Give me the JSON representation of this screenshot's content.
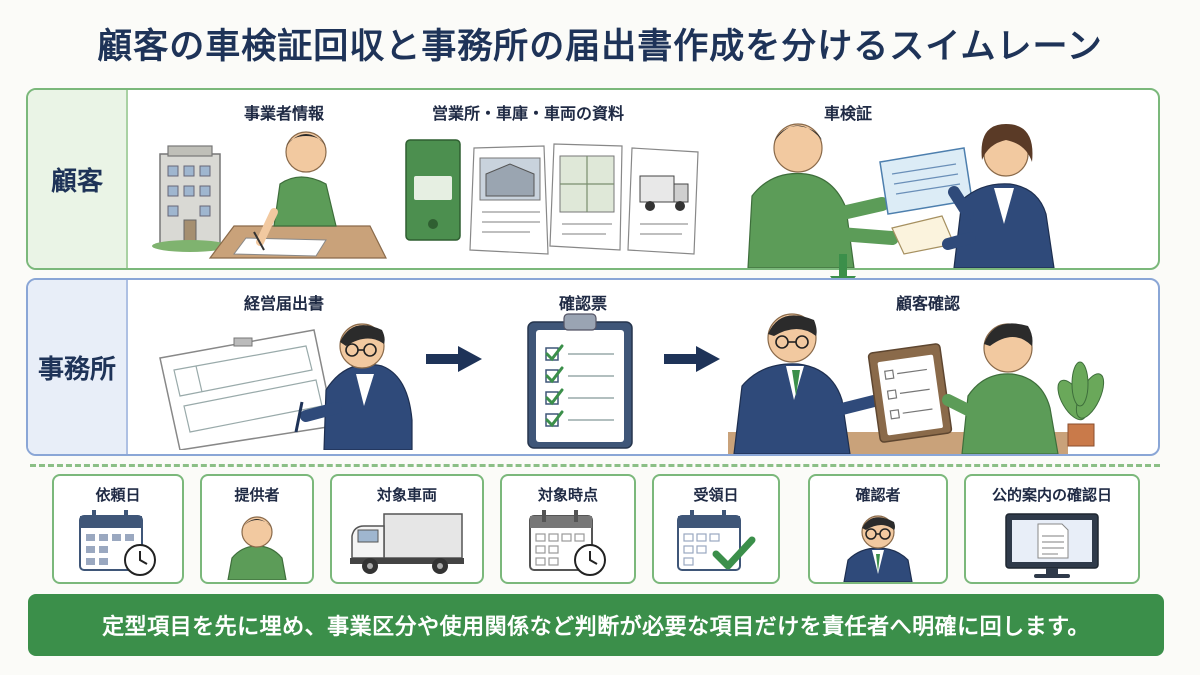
{
  "title": "顧客の車検証回収と事務所の届出書作成を分けるスイムレーン",
  "lanes": {
    "customer": {
      "label": "顧客",
      "steps": [
        "事業者情報",
        "営業所・車庫・車両の資料",
        "車検証"
      ]
    },
    "office": {
      "label": "事務所",
      "steps": [
        "経営届出書",
        "確認票",
        "顧客確認"
      ]
    }
  },
  "cards": [
    {
      "label": "依頼日",
      "icon": "calendar-clock-icon"
    },
    {
      "label": "提供者",
      "icon": "person-icon"
    },
    {
      "label": "対象車両",
      "icon": "truck-icon"
    },
    {
      "label": "対象時点",
      "icon": "calendar-clock-icon"
    },
    {
      "label": "受領日",
      "icon": "calendar-check-icon"
    },
    {
      "label": "確認者",
      "icon": "person-glasses-icon"
    },
    {
      "label": "公的案内の確認日",
      "icon": "monitor-document-icon"
    }
  ],
  "footer": "定型項目を先に埋め、事業区分や使用関係など判断が必要な項目だけを責任者へ明確に回します。",
  "colors": {
    "navy": "#1e3358",
    "green": "#3b8f4a",
    "lane_customer": "#7bb87b",
    "lane_office": "#8aa6d6"
  }
}
